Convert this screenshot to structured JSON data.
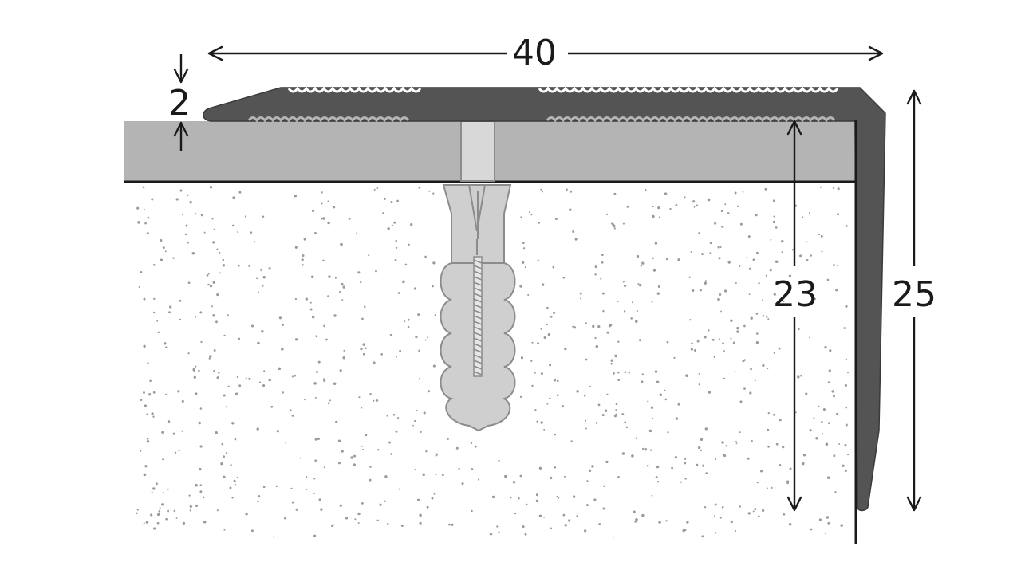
{
  "dimensions": {
    "width": "40",
    "lip_thickness": "2",
    "inner_height": "23",
    "total_height": "25"
  },
  "colors": {
    "profile": "#545454",
    "tread": "#b4b4b4",
    "anchor": "#cfcfcf",
    "anchor_outline": "#8c8c8c",
    "speckle": "#9a9a9a",
    "line": "#1a1a1a"
  }
}
